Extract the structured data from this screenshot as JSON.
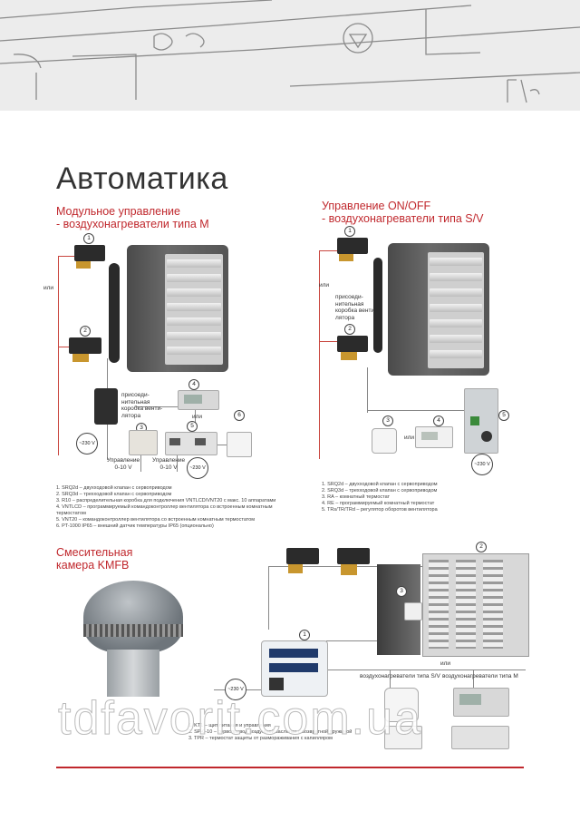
{
  "page_title": "Автоматика",
  "modular": {
    "title_line1": "Модульное управление",
    "title_line2": "- воздухонагреватели типа М",
    "or": "или",
    "box_label": [
      "присоеди-",
      "нительная",
      "коробка венти-",
      "лятора"
    ],
    "control1": [
      "Управление",
      "0-10 V"
    ],
    "control2": [
      "Управление",
      "0-10 V"
    ],
    "volt1": "~230 V",
    "volt2": "~230 V",
    "legend": [
      "1. SRQ2d – двухходовой клапан с сервоприводом",
      "2. SRQ3d – трехходовой клапан с сервоприводом",
      "3. R10 – распределительная коробка для подключения VNTLCD/VNT20 с макс. 10 аппаратами",
      "4. VNTLCD – программируемый командоконтроллер вентилятора со встроенным комнатным",
      "    термостатом",
      "5. VNT20 – командоконтроллер вентилятора со встроенным комнатным термостатом",
      "6. PT-1000 IP65 – внешний датчик температуры IP65 (опционально)"
    ]
  },
  "onoff": {
    "title_line1": "Управление ON/OFF",
    "title_line2": "- воздухонагреватели типа S/V",
    "or1": "или",
    "or2": "или",
    "box_label": [
      "присоеди-",
      "нительная",
      "коробка венти-",
      "лятора"
    ],
    "volt": "~230 V",
    "legend": [
      "1. SRQ2d – двухходовой клапан с сервоприводом",
      "2. SRQ3d – трехходовой клапан с сервоприводом",
      "3. RA – комнатный термостат",
      "4. RE – программируемый комнатный термостат",
      "5. TRs/TR/TRd – регулятор оборотов вентилятора"
    ]
  },
  "kmfb": {
    "title_line1": "Смесительная",
    "title_line2": "камера KMFB",
    "volt": "~230 V",
    "or": "или",
    "sv_label": "воздухонагреватели типа S/V",
    "m_label": "воздухонагреватели типа М",
    "legend": [
      "1. KT1 – щит питания и управления",
      "2. SP-0-10 – сервопривод воздушной заслонки с возвратной пружиной",
      "3. TPR – термостат защиты от размораживания с капилляром"
    ]
  },
  "numbers": [
    "1",
    "2",
    "3",
    "4",
    "5",
    "6"
  ],
  "watermark": "tdfavorit.com.ua",
  "colors": {
    "accent": "#c0282d",
    "wire": "#c9463f",
    "heater": "#555555"
  }
}
